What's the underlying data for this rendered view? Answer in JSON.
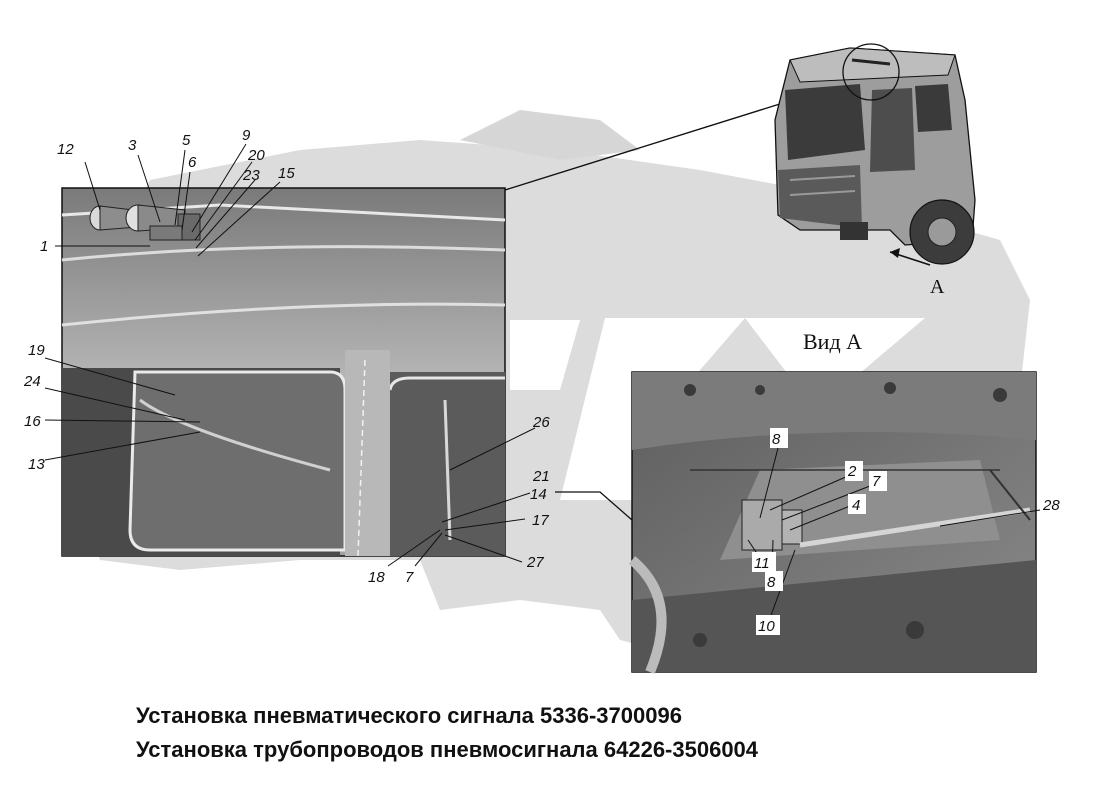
{
  "view_label": "Вид А",
  "arrow_label": "А",
  "captions": [
    "Установка пневматического сигнала 5336-3700096",
    "Установка трубопроводов пневмосигнала 64226-3506004"
  ],
  "left_callouts": [
    "12",
    "3",
    "5",
    "6",
    "9",
    "20",
    "23",
    "15",
    "1",
    "19",
    "24",
    "16",
    "13",
    "26",
    "21",
    "14",
    "17",
    "27",
    "18",
    "7"
  ],
  "right_callouts": [
    "8",
    "2",
    "7",
    "4",
    "28",
    "11",
    "8",
    "10"
  ],
  "icons": [
    "truck-cab-icon",
    "compressor-horn-icon"
  ],
  "colors": {
    "line": "#111111",
    "watermark": "#d6d6d6",
    "photo_left": "#9a9a9a",
    "photo_right": "#6f6f6f"
  }
}
